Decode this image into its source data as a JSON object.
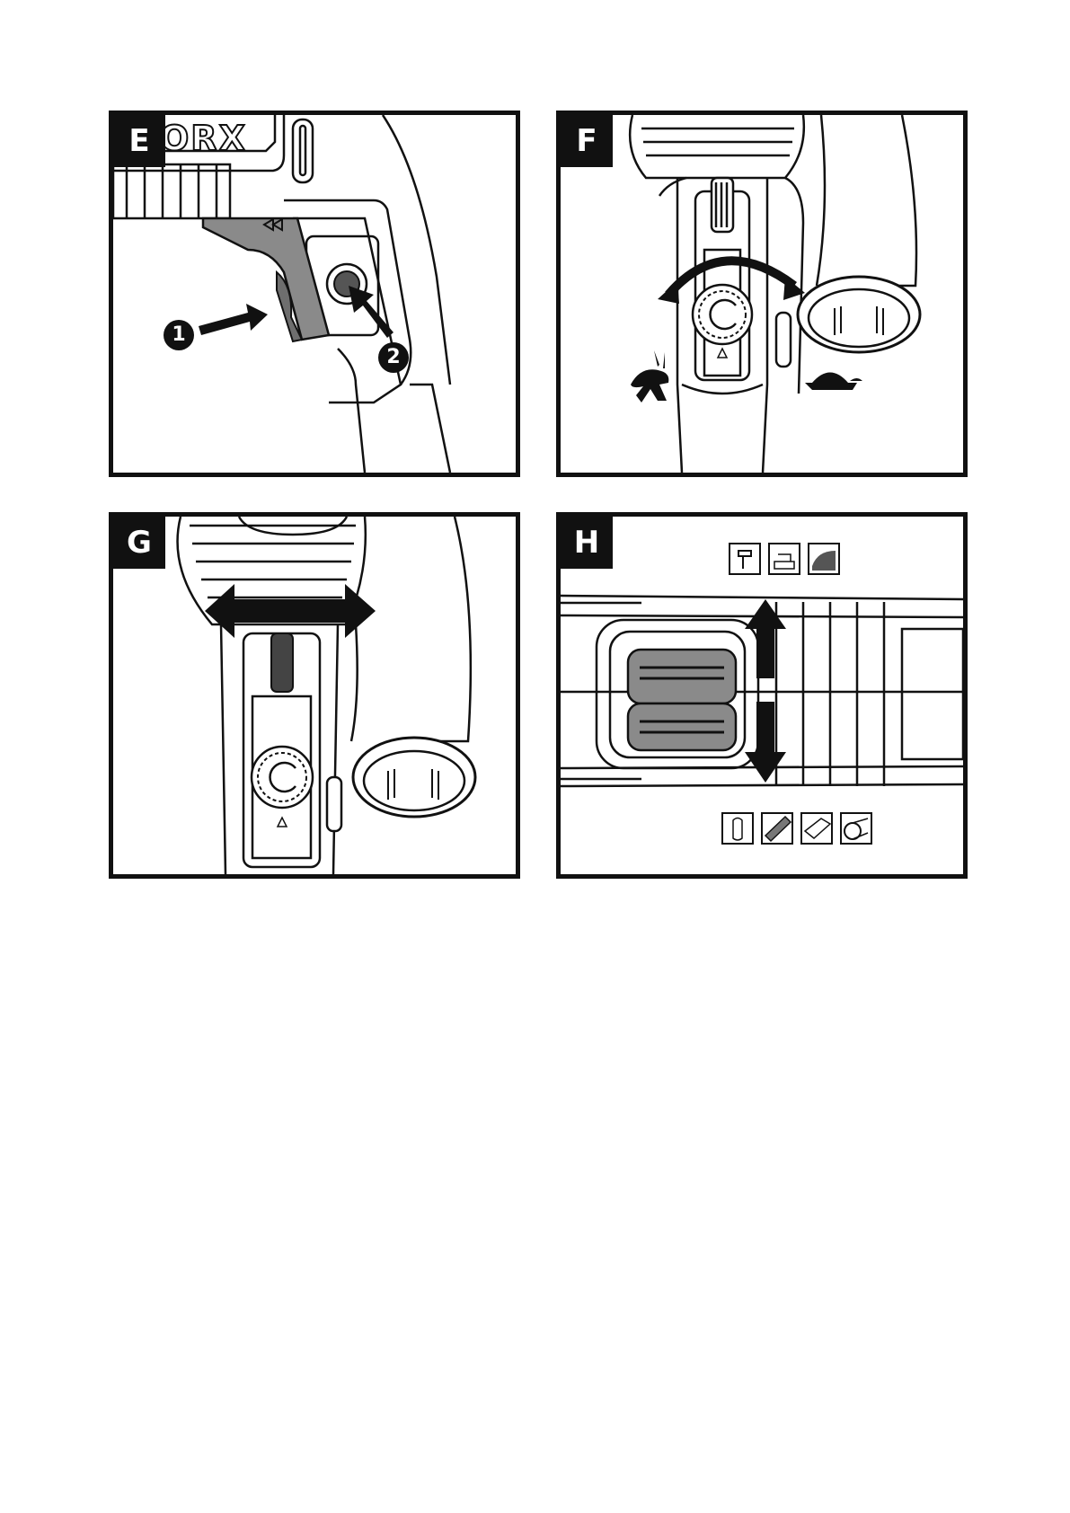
{
  "panels": {
    "e": {
      "tag": "E",
      "logo": "ORX",
      "step1": "1",
      "step2": "2"
    },
    "f": {
      "tag": "F"
    },
    "g": {
      "tag": "G"
    },
    "h": {
      "tag": "H"
    }
  },
  "colors": {
    "ink": "#111111",
    "fill_gray": "#8a8a8a",
    "paper": "#ffffff"
  }
}
